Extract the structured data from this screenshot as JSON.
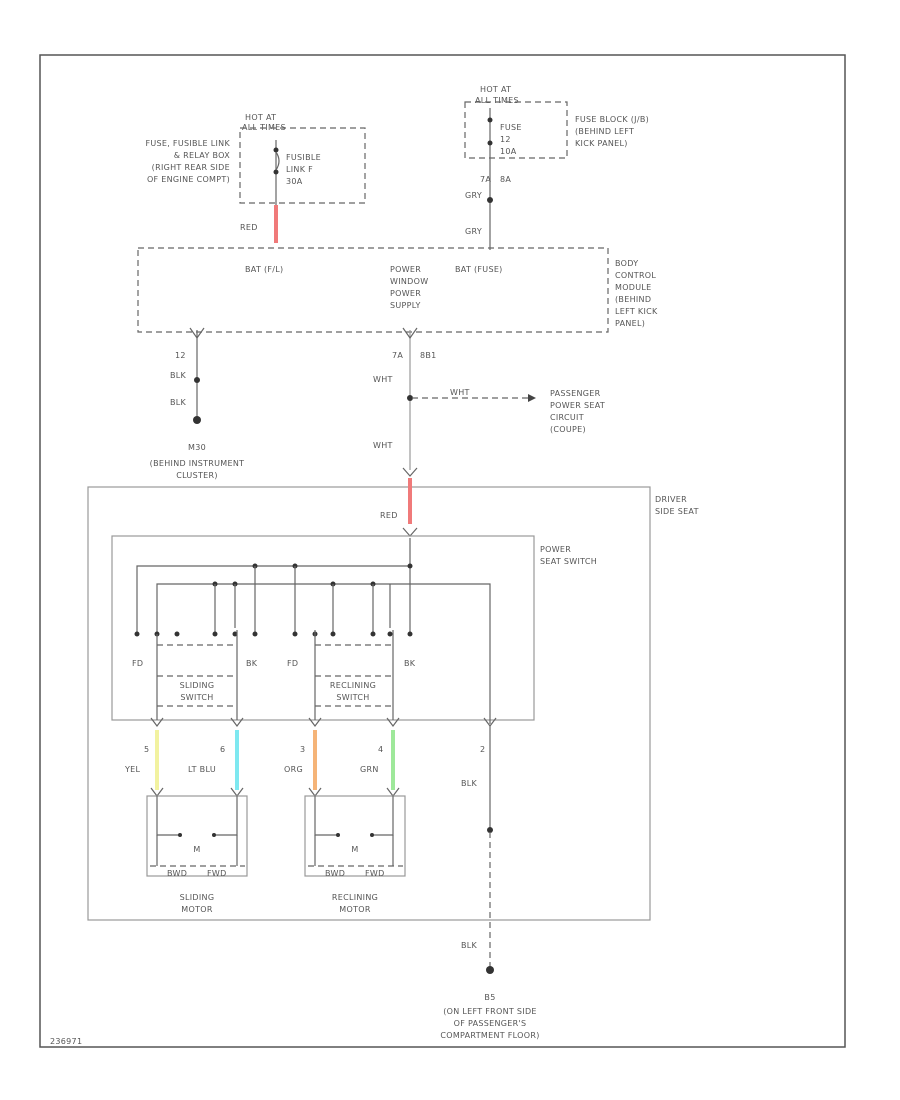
{
  "diagram": {
    "fuse_block_left": {
      "hot_at": "HOT AT",
      "hot_at2": "ALL TIMES",
      "fusible_link_label": "FUSIBLE",
      "fusible_link_label2": "LINK F",
      "fusible_link_amps": "30A",
      "location": [
        "FUSE, FUSIBLE LINK",
        "& RELAY BOX",
        "(RIGHT REAR SIDE",
        "OF ENGINE COMPT)"
      ]
    },
    "fuse_block_right": {
      "hot_at": "HOT AT",
      "hot_at2": "ALL TIMES",
      "fuse_label": "FUSE",
      "fuse_num": "12",
      "fuse_amps": "10A",
      "location": [
        "FUSE BLOCK (J/B)",
        "(BEHIND LEFT",
        "KICK PANEL)"
      ],
      "pin": "7A",
      "pin2": "8A",
      "wire": "GRY",
      "wire2": "GRY"
    },
    "bcm": {
      "bat_fl": "BAT (F/L)",
      "bat_fuse": "BAT (FUSE)",
      "pws": [
        "POWER",
        "WINDOW",
        "POWER",
        "SUPPLY"
      ],
      "location": [
        "BODY",
        "CONTROL",
        "MODULE",
        "(BEHIND",
        "LEFT KICK",
        "PANEL)"
      ],
      "pin_red": "RED",
      "pin_left": "12",
      "pin_mid": "7A",
      "pin_mid2": "8B1"
    },
    "ground_left": {
      "wire1": "BLK",
      "wire2": "BLK",
      "name": "M30",
      "location": [
        "(BEHIND INSTRUMENT",
        "CLUSTER)"
      ]
    },
    "splice": {
      "wire_top": "WHT",
      "wire_right": "WHT",
      "wire_bottom": "WHT",
      "dest": [
        "PASSENGER",
        "POWER SEAT",
        "CIRCUIT",
        "(COUPE)"
      ]
    },
    "driver_seat": {
      "label": [
        "DRIVER",
        "SIDE SEAT"
      ],
      "wire_in": "RED",
      "switch_label": [
        "POWER",
        "SEAT SWITCH"
      ],
      "fd1": "FD",
      "bk1": "BK",
      "fd2": "FD",
      "bk2": "BK",
      "sliding_switch": [
        "SLIDING",
        "SWITCH"
      ],
      "reclining_switch": [
        "RECLINING",
        "SWITCH"
      ]
    },
    "connectors": [
      {
        "pin": "5",
        "wire": "YEL",
        "color": "#f2f2a0"
      },
      {
        "pin": "6",
        "wire": "LT BLU",
        "color": "#7ee8f0"
      },
      {
        "pin": "3",
        "wire": "ORG",
        "color": "#f5b478"
      },
      {
        "pin": "4",
        "wire": "GRN",
        "color": "#9ee89a"
      },
      {
        "pin": "2",
        "wire": "BLK",
        "color": ""
      }
    ],
    "motors": {
      "sliding": {
        "m": "M",
        "bwd": "BWD",
        "fwd": "FWD",
        "label": [
          "SLIDING",
          "MOTOR"
        ]
      },
      "reclining": {
        "m": "M",
        "bwd": "BWD",
        "fwd": "FWD",
        "label": [
          "RECLINING",
          "MOTOR"
        ]
      }
    },
    "ground_right": {
      "wire1": "BLK",
      "wire2": "BLK",
      "name": "B5",
      "location": [
        "(ON LEFT FRONT SIDE",
        "OF PASSENGER'S",
        "COMPARTMENT FLOOR)"
      ]
    },
    "red_wire_color": "#f07a7a",
    "footer_code": "236971"
  }
}
